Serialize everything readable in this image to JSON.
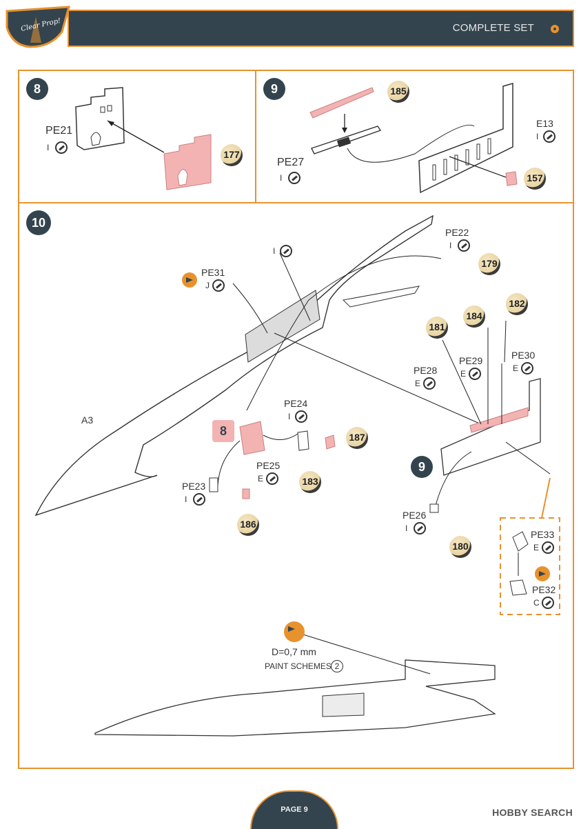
{
  "header": {
    "title": "COMPLETE SET",
    "logo_text": "Clear Prop!"
  },
  "footer": {
    "page_label": "PAGE 9",
    "watermark": "HOBBY SEARCH"
  },
  "steps": {
    "s8": {
      "number": "8",
      "part": "PE21",
      "tool": "I",
      "badge": "177"
    },
    "s9": {
      "number": "9",
      "part": "PE27",
      "tool": "I",
      "badge185": "185",
      "part2": "E13",
      "tool2": "I",
      "badge157": "157"
    },
    "s10": {
      "number": "10"
    }
  },
  "labels": {
    "i_top": "I",
    "pe22": "PE22",
    "pe22_tool": "I",
    "b179": "179",
    "pe31": "PE31",
    "pe31_tool": "J",
    "b181": "181",
    "b184": "184",
    "b182": "182",
    "pe28": "PE28",
    "pe28_tool": "E",
    "pe29": "PE29",
    "pe29_tool": "E",
    "pe30": "PE30",
    "pe30_tool": "E",
    "a3": "A3",
    "pe24": "PE24",
    "pe24_tool": "I",
    "b187": "187",
    "inset8": "8",
    "pe25": "PE25",
    "pe25_tool": "E",
    "b183": "183",
    "pe23": "PE23",
    "pe23_tool": "I",
    "b186": "186",
    "inset9": "9",
    "pe26": "PE26",
    "pe26_tool": "I",
    "b180": "180",
    "pe33": "PE33",
    "pe33_tool": "E",
    "pe32": "PE32",
    "pe32_tool": "C",
    "drill": "D=0,7 mm",
    "paint": "PAINT SCHEMES",
    "paint_num": "2"
  },
  "colors": {
    "accent": "#e8922e",
    "dark": "#34444e",
    "pe_pink": "#f4b3b3",
    "badge": "#eedbb0"
  }
}
